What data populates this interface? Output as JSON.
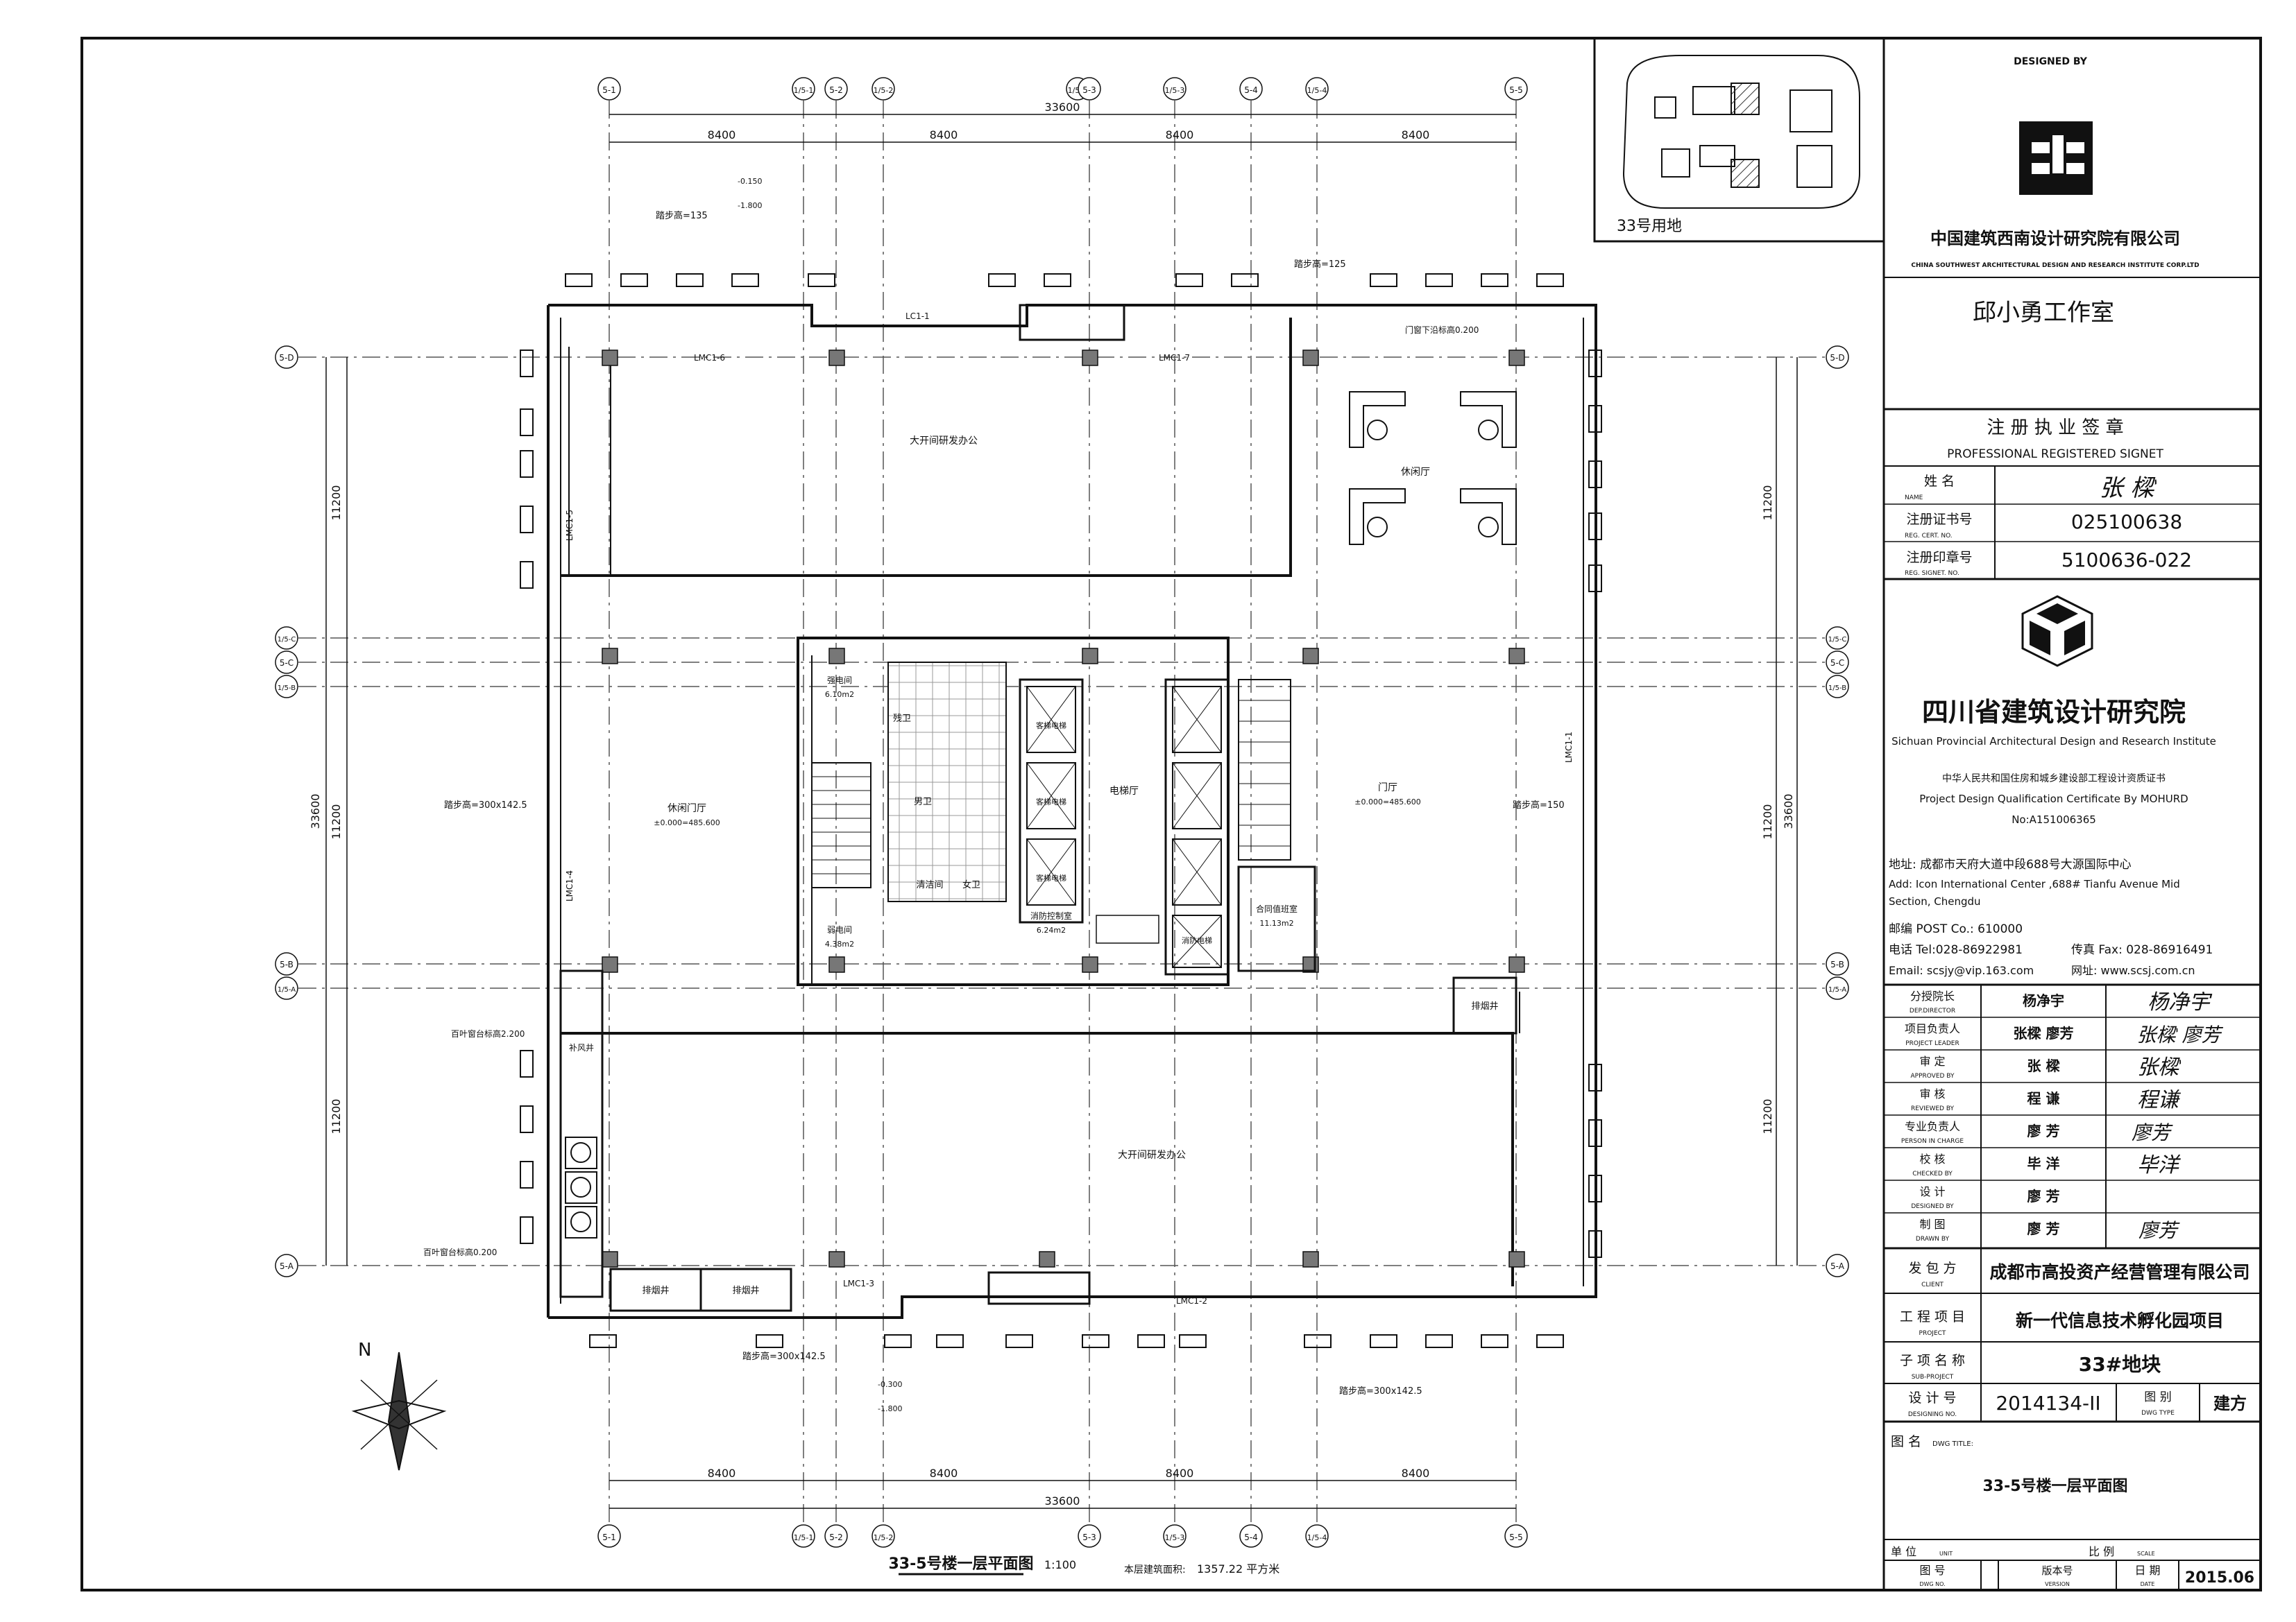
{
  "plan": {
    "grid_top": [
      "5-1",
      "1/5-1",
      "5-2",
      "1/5-2",
      "1/5-2",
      "5-3",
      "1/5-3",
      "5-4",
      "1/5-4",
      "5-5"
    ],
    "grid_bottom": [
      "5-1",
      "1/5-1",
      "5-2",
      "1/5-2",
      "5-3",
      "1/5-3",
      "5-4",
      "1/5-4",
      "5-5"
    ],
    "grid_left": [
      "5-D",
      "1/5-C",
      "5-C",
      "1/5-B",
      "5-B",
      "1/5-A",
      "5-A"
    ],
    "grid_right": [
      "5-D",
      "1/5-C",
      "5-C",
      "1/5-B",
      "5-B",
      "1/5-A",
      "5-A"
    ],
    "dim_overall": "33600",
    "dim_bay": "8400",
    "dim_side_outer": "33600",
    "dim_side_bay": "11200",
    "rooms": {
      "open_office_north": "大开间研发办公",
      "open_office_south": "大开间研发办公",
      "lounge": "休闲厅",
      "west_lobby": "休闲门厅",
      "east_lobby": "门厅",
      "elevator_hall": "电梯厅",
      "mens": "男卫",
      "womens": "女卫",
      "accessible": "残卫",
      "cleaning": "清洁间",
      "fire_control": "消防控制室",
      "reception": "合同值班室",
      "strong_room": "强电间",
      "weak_room": "弱电间",
      "passenger_lift_1": "客梯电梯",
      "passenger_lift_2": "客梯电梯",
      "passenger_lift_3": "客梯电梯",
      "fire_lift": "消防电梯",
      "exhaust_1": "排烟井",
      "exhaust_2": "排烟井",
      "exhaust_3": "排烟井",
      "air_supply": "补风井"
    },
    "labels": {
      "area_a": "6.10m2",
      "area_b": "4.38m2",
      "area_c": "6.24m2",
      "area_d": "11.13m2",
      "elev_west": "±0.000=485.600",
      "elev_east": "±0.000=485.600",
      "step_1": "踏步高=135",
      "step_2": "踏步高=125",
      "step_3": "踏步高=300x142.5",
      "step_4": "踏步高=150",
      "step_5": "踏步高=300x142.5",
      "step_6": "踏步高=300x142.5",
      "level_1": "-0.150",
      "level_2": "-1.800",
      "level_3": "-0.300",
      "level_4": "-1.800",
      "lmc_1": "LMC1-6",
      "lmc_2": "LMC1-7",
      "lmc_3": "LMC1-5",
      "lmc_4": "LMC1-4",
      "lmc_5": "LMC1-3",
      "lmc_6": "LMC1-2",
      "lmc_7": "LMC1-1",
      "lc": "LC1-1",
      "note_1": "门窗下沿标高0.200",
      "note_2": "百叶窗台标高2.200",
      "note_3": "百叶窗台标高0.200",
      "north": "N",
      "area_label": "本层建筑面积:",
      "area_value": "1357.22 平方米"
    },
    "title": "33-5号楼一层平面图",
    "scale": "1:100"
  },
  "key_plan": {
    "caption": "33号用地"
  },
  "title_block": {
    "designed_by": "DESIGNED BY",
    "firm_cn": "中国建筑西南设计研究院有限公司",
    "firm_en": "CHINA SOUTHWEST ARCHITECTURAL DESIGN AND RESEARCH INSTITUTE CORP.LTD",
    "studio": "邱小勇工作室",
    "signet_cn": "注 册 执 业 签 章",
    "signet_en": "PROFESSIONAL REGISTERED SIGNET",
    "name_label": "姓    名",
    "name_label_en": "NAME",
    "name_sig": "张 樑",
    "cert_label": "注册证书号",
    "cert_label_en": "REG. CERT. NO.",
    "cert_value": "025100638",
    "seal_label": "注册印章号",
    "seal_label_en": "REG. SIGNET. NO.",
    "seal_value": "5100636-022",
    "institute_cn": "四川省建筑设计研究院",
    "institute_en": "Sichuan Provincial Architectural Design and Research Institute",
    "qual_cn": "中华人民共和国住房和城乡建设部工程设计资质证书",
    "qual_en": "Project Design Qualification Certificate By MOHURD",
    "qual_no": "No:A151006365",
    "addr_cn": "地址: 成都市天府大道中段688号大源国际中心",
    "addr_en1": "Add: Icon International Center ,688# Tianfu Avenue Mid",
    "addr_en2": "Section, Chengdu",
    "post": "邮编  POST Co.: 610000",
    "tel": "电话  Tel:028-86922981",
    "fax": "传真 Fax: 028-86916491",
    "email": "Email: scsjy@vip.163.com",
    "web": "网址: www.scsj.com.cn",
    "staff": [
      {
        "role": "分授院长",
        "role_en": "DEP.DIRECTOR",
        "name": "杨净宇",
        "sig": "杨净宇"
      },
      {
        "role": "项目负责人",
        "role_en": "PROJECT LEADER",
        "name": "张樑   廖芳",
        "sig": "张樑 廖芳"
      },
      {
        "role": "审    定",
        "role_en": "APPROVED BY",
        "name": "张  樑",
        "sig": "张樑"
      },
      {
        "role": "审    核",
        "role_en": "REVIEWED BY",
        "name": "程  谦",
        "sig": "程谦"
      },
      {
        "role": "专业负责人",
        "role_en": "PERSON IN CHARGE",
        "name": "廖  芳",
        "sig": "廖芳"
      },
      {
        "role": "校    核",
        "role_en": "CHECKED BY",
        "name": "毕  洋",
        "sig": "毕洋"
      },
      {
        "role": "设    计",
        "role_en": "DESIGNED BY",
        "name": "廖  芳",
        "sig": ""
      },
      {
        "role": "制    图",
        "role_en": "DRAWN BY",
        "name": "廖  芳",
        "sig": "廖芳"
      }
    ],
    "client_label": "发  包  方",
    "client_label_en": "CLIENT",
    "client": "成都市高投资产经营管理有限公司",
    "project_label": "工 程 项 目",
    "project_label_en": "PROJECT",
    "project": "新一代信息技术孵化园项目",
    "subproject_label": "子 项 名 称",
    "subproject_label_en": "SUB-PROJECT",
    "subproject": "33#地块",
    "design_no_label": "设  计  号",
    "design_no_label_en": "DESIGNING NO.",
    "design_no": "2014134-II",
    "dwg_type_label": "图  别",
    "dwg_type_label_en": "DWG TYPE",
    "dwg_type": "建方",
    "dwg_title_label": "图 名",
    "dwg_title_label_en": "DWG TITLE:",
    "dwg_title": "33-5号楼一层平面图",
    "unit_label": "单  位",
    "unit_label_en": "UNIT",
    "scale_label": "比  例",
    "scale_label_en": "SCALE",
    "dwg_no_label": "图  号",
    "dwg_no_label_en": "DWG NO.",
    "version_label": "版本号",
    "version_label_en": "VERSION",
    "date_label": "日  期",
    "date_label_en": "DATE",
    "date": "2015.06"
  }
}
